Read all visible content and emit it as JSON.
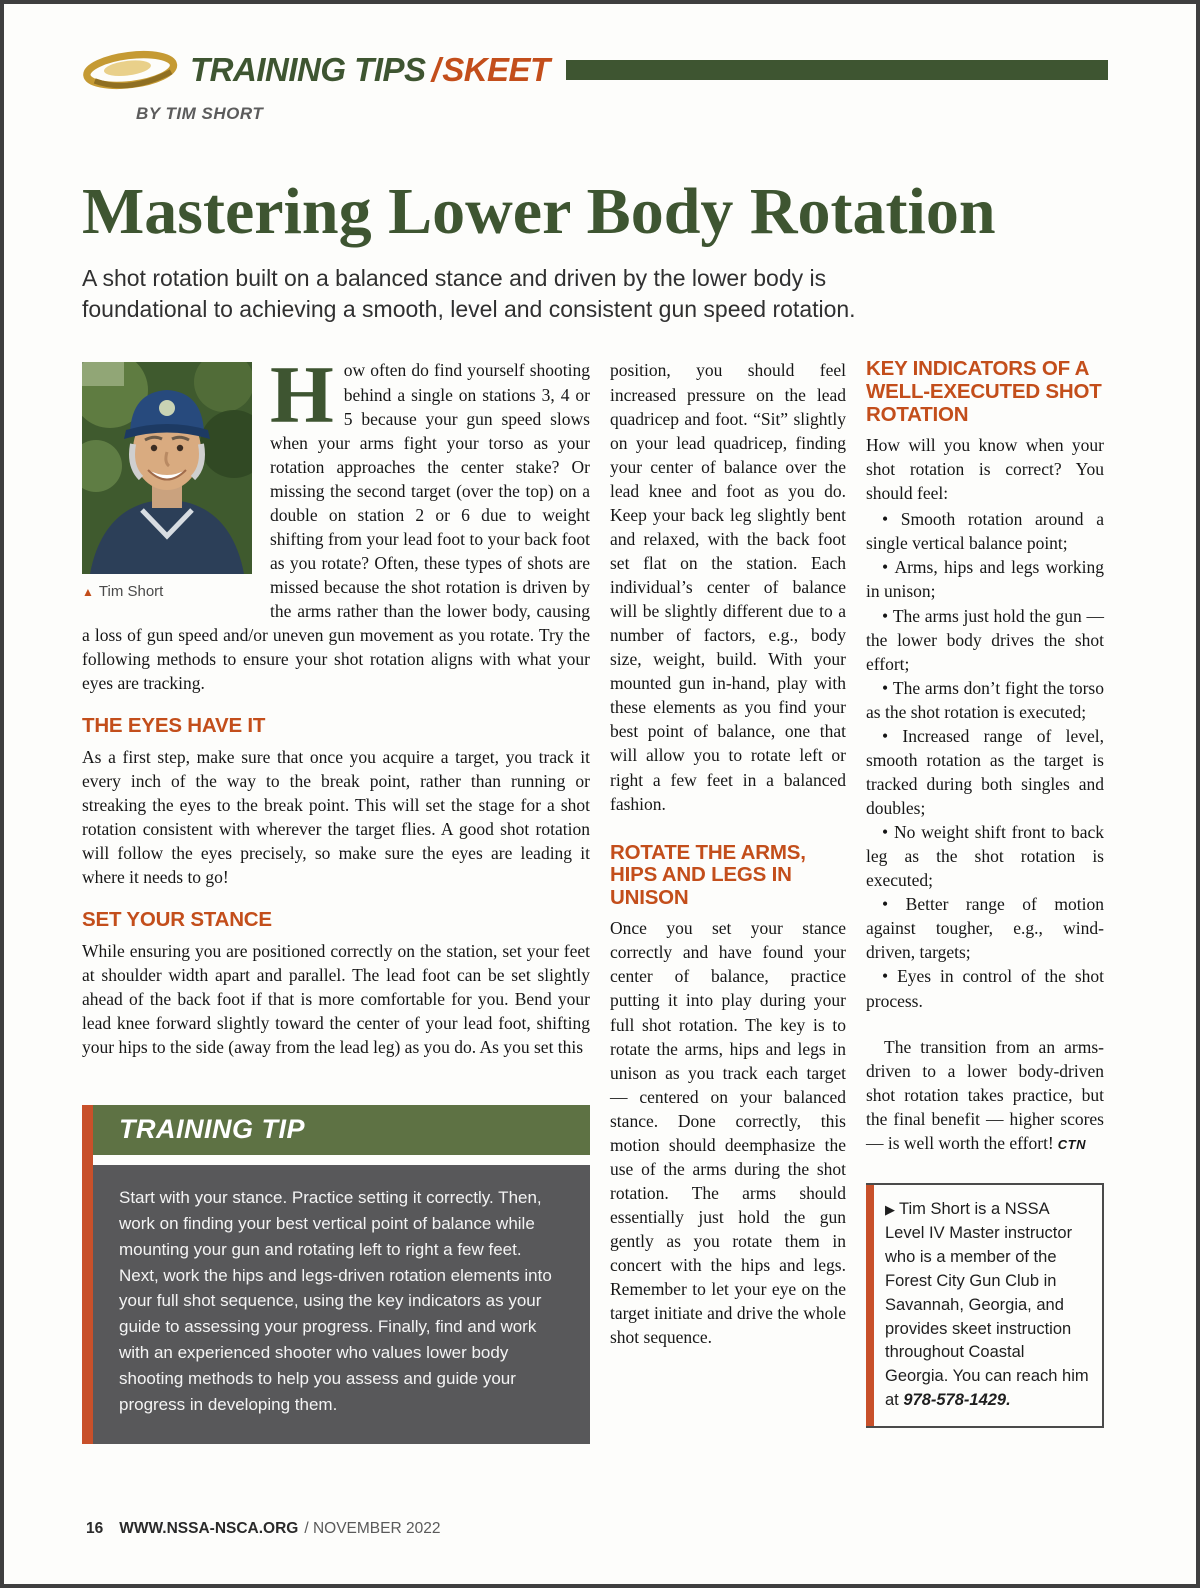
{
  "colors": {
    "green": "#3e5531",
    "orange": "#c34e1b",
    "tip_green": "#5e7244",
    "tip_gray": "#58585a"
  },
  "kicker": {
    "title": "TRAINING TIPS",
    "separator": "/",
    "topic": "SKEET",
    "byline": "BY TIM SHORT"
  },
  "headline": "Mastering Lower Body Rotation",
  "deck": "A shot rotation built on a balanced stance and driven by the lower body is foundational to achieving a smooth, level and consistent gun speed rotation.",
  "photo": {
    "caption_marker": "▲",
    "caption": "Tim Short"
  },
  "intro": {
    "dropcap": "H",
    "text": "ow often do find yourself shooting behind a single on stations 3, 4 or 5 because your gun speed slows when your arms fight your torso as your rotation approaches the center stake? Or missing the second target (over the top) on a double on station 2 or 6 due to weight shifting from your lead foot to your back foot as you rotate? Often, these types of shots are missed because the shot rotation is driven by the arms rather than the lower body, causing a loss of gun speed and/or uneven gun movement as you rotate. Try the following methods to ensure your shot rotation aligns with what your eyes are tracking."
  },
  "sections": {
    "eyes": {
      "heading": "THE EYES HAVE IT",
      "body": "As a first step, make sure that once you acquire a target, you track it every inch of the way to the break point, rather than running or streaking the eyes to the break point. This will set the stage for a shot rotation consistent with wherever the target flies. A good shot rotation will follow the eyes precisely, so make sure the eyes are leading it where it needs to go!"
    },
    "stance": {
      "heading": "SET YOUR STANCE",
      "body": "While ensuring you are positioned correctly on the station, set your feet at shoulder width apart and parallel. The lead foot can be set slightly ahead of the back foot if that is more comfortable for you. Bend your lead knee forward slightly toward the center of your lead foot, shifting your hips to the side (away from the lead leg) as you do. As you set this"
    }
  },
  "training_tip": {
    "heading": "TRAINING TIP",
    "body": "Start with your stance. Practice setting it correctly. Then, work on finding your best vertical point of balance while mounting your gun and rotating left to right a few feet. Next, work the hips and legs-driven rotation elements into your full shot sequence, using the key indicators as your guide to assessing your progress. Finally, find and work with an experienced shooter who values lower body shooting methods to help you assess and guide your progress in developing them."
  },
  "continuation": "position, you should feel increased pressure on the lead quadricep and foot. “Sit” slightly on your lead quadricep, finding your center of balance over the lead knee and foot as you do. Keep your back leg slightly bent and relaxed, with the back foot set flat on the station. Each individual’s center of balance will be slightly different due to a number of factors, e.g., body size, weight, build. With your mounted gun in-hand, play with these elements as you find your best point of balance, one that will allow you to rotate left or right a few feet in a balanced fashion.",
  "rotate": {
    "heading": "ROTATE THE ARMS, HIPS AND LEGS IN UNISON",
    "body": "Once you set your stance correctly and have found your center of balance, practice putting it into play during your full shot rotation. The key is to rotate the arms, hips and legs in unison as you track each target — centered on your balanced stance. Done correctly, this motion should deemphasize the use of the arms during the shot rotation. The arms should essentially just hold the gun gently as you rotate them in concert with the hips and legs. Remember to let your eye on the target initiate and drive the whole shot sequence."
  },
  "indicators": {
    "heading": "KEY INDICATORS OF A WELL-EXECUTED SHOT ROTATION",
    "intro": "How will you know when your shot rotation is correct? You should feel:",
    "items": [
      "Smooth rotation around a single vertical balance point;",
      "Arms, hips and legs working in unison;",
      "The arms just hold the gun — the lower body drives the shot effort;",
      "The arms don’t fight the torso as the shot rotation is executed;",
      "Increased range of level, smooth rotation as the target is tracked during both singles and doubles;",
      "No weight shift front to back leg as the shot rotation is executed;",
      "Better range of motion against tougher, e.g., wind-driven, targets;",
      "Eyes in control of the shot process."
    ],
    "closing": "The transition from an arms-driven to a lower body-driven shot rotation takes practice, but the final benefit — higher scores — is well worth the effort!",
    "endmark": "CTN"
  },
  "bio": {
    "marker": "▶",
    "text": "Tim Short is a NSSA Level IV Master instructor who is a member of the Forest City Gun Club in Savannah, Georgia, and provides skeet instruction throughout Coastal Georgia. You can reach him at ",
    "phone": "978-578-1429."
  },
  "footer": {
    "page_number": "16",
    "site": "WWW.NSSA-NSCA.ORG",
    "issue": "/ NOVEMBER 2022"
  }
}
